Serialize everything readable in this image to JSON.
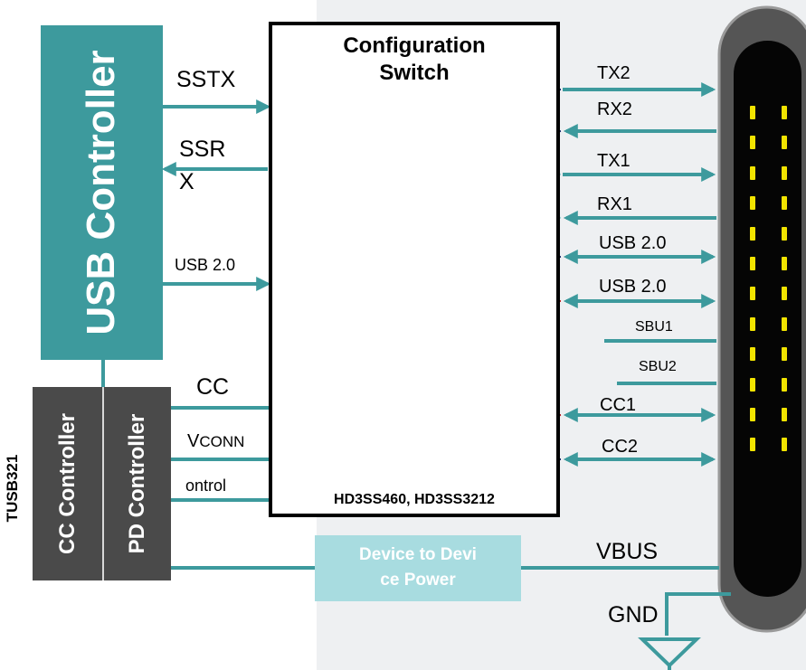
{
  "usb_controller": {
    "label": "USB Controller"
  },
  "tusb": {
    "chip_label": "TUSB321",
    "cc_label": "CC Controller",
    "pd_label": "PD Controller"
  },
  "switch": {
    "title_line1": "Configuration",
    "title_line2": "Switch",
    "parts": "HD3SS460, HD3SS3212"
  },
  "power_box": {
    "line1": "Device to Devi",
    "line2": "ce Power"
  },
  "left_signals": {
    "sstx": "SSTX",
    "ssrx_line1": "SSR",
    "ssrx_line2": "X",
    "usb2": "USB 2.0",
    "cc": "CC",
    "vconn_main": "V",
    "vconn_sub": "CONN",
    "control": "ontrol"
  },
  "right_signals": {
    "tx2": "TX2",
    "rx2": "RX2",
    "tx1": "TX1",
    "rx1": "RX1",
    "usb2_a": "USB 2.0",
    "usb2_b": "USB 2.0",
    "sbu1": "SBU1",
    "sbu2": "SBU2",
    "cc1": "CC1",
    "cc2": "CC2",
    "vbus": "VBUS",
    "gnd": "GND"
  },
  "colors": {
    "teal": "#3d9a9d",
    "dark_box": "#4a4a4a",
    "light_teal": "#a8dce0",
    "light_line": "#9fd3d6",
    "navy_dash": "#1a2a6e",
    "red_dash": "#c42020",
    "pin_yellow": "#f2e400"
  }
}
